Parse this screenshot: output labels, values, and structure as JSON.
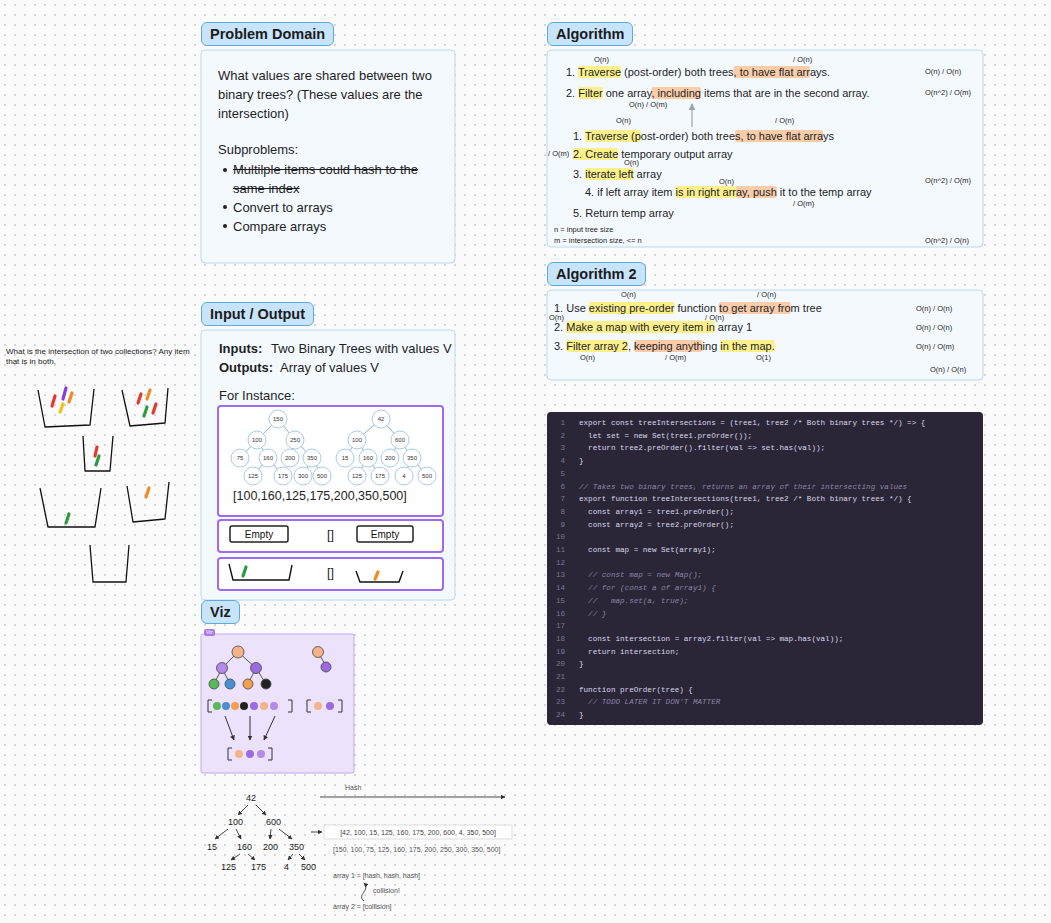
{
  "diagram": {
    "nodes": [
      {
        "text": [
          "Problem Domain",
          "What values are shared between two binary trees? (These values are the intersection)",
          "Subproblems:",
          "Multilple items could hash to the same index",
          "Convert to arrays",
          "Compare arrays"
        ]
      },
      {
        "text": [
          "Input / Output",
          "Inputs:",
          "Two Binary Trees with values V",
          "Outputs:",
          "Array of values V",
          "For Instance:"
        ]
      },
      {
        "text": [
          "[100,160,125,175,200,350,500]"
        ],
        "in": 1
      },
      {
        "text": [
          "150"
        ],
        "in": 2
      },
      {
        "text": [
          "100"
        ],
        "in": 2
      },
      {
        "text": [
          "250"
        ],
        "in": 2
      },
      {
        "text": [
          "75"
        ],
        "in": 2
      },
      {
        "text": [
          "160"
        ],
        "in": 2
      },
      {
        "text": [
          "200"
        ],
        "in": 2
      },
      {
        "text": [
          "350"
        ],
        "in": 2
      },
      {
        "text": [
          "125"
        ],
        "in": 2
      },
      {
        "text": [
          "175"
        ],
        "in": 2
      },
      {
        "text": [
          "300"
        ],
        "in": 2
      },
      {
        "text": [
          "500"
        ],
        "in": 2
      },
      {
        "text": [
          "42"
        ],
        "in": 2
      },
      {
        "text": [
          "100"
        ],
        "in": 2
      },
      {
        "text": [
          "600"
        ],
        "in": 2
      },
      {
        "text": [
          "15"
        ],
        "in": 2
      },
      {
        "text": [
          "160"
        ],
        "in": 2
      },
      {
        "text": [
          "200"
        ],
        "in": 2
      },
      {
        "text": [
          "350"
        ],
        "in": 2
      },
      {
        "text": [
          "125"
        ],
        "in": 2
      },
      {
        "text": [
          "175"
        ],
        "in": 2
      },
      {
        "text": [
          "4"
        ],
        "in": 2
      },
      {
        "text": [
          "500"
        ],
        "in": 2
      },
      {
        "text": [
          "[]"
        ],
        "in": 1
      },
      {
        "text": [
          "Empty"
        ],
        "in": 25
      },
      {
        "text": [
          "Empty"
        ],
        "in": 25
      },
      {
        "text": [
          "[]"
        ],
        "in": 1
      },
      {
        "text": [
          "Viz",
          "Viz"
        ]
      },
      {
        "text": [
          "Algorithm",
          "O(n)",
          "/ O(n)",
          "1. Traverse (post-order) both trees, to have flat arrays.",
          "O(n) / O(n)",
          "2. Filter one array, including items that are in the second array.",
          "O(n^2) / O(m)",
          "O(n) / O(m)",
          "O(n)",
          "/ O(n)",
          "1. Traverse (post-order) both trees, to have flat arrays",
          "/ O(m)",
          "2. Create temporary output array",
          "O(n)",
          "3. iterate left array",
          "O(n)",
          "O(n^2) / O(m)",
          "4. if left array item is in right array, push it to the temp array",
          "/ O(m)",
          "5. Return temp array",
          "n = input tree size",
          "m = intersection size, <= n",
          "O(n^2) / O(n)"
        ]
      },
      {
        "text": [
          "Algorithm 2",
          "O(n)",
          "/ O(n)",
          "1. Use existing pre-order function to get array from tree",
          "O(n) / O(n)",
          "O(n)",
          "2. Make a map with every item in array 1",
          "/ O(n)",
          "O(n) / O(n)",
          "3. Filter array 2, keeping anything in the map.",
          "O(n) / O(m)",
          "O(n)",
          "/ O(m)",
          "O(1)",
          "O(n) / O(n)"
        ]
      },
      {
        "text": [
          "1",
          "export const treeIntersections = (tree1, tree2 /* Both binary trees */) => {",
          "2",
          "  let set = new Set(tree1.preOrder());",
          "3",
          "  return tree2.preOrder().filter(val => set.has(val));",
          "4",
          "}",
          "5",
          "6",
          "// Takes two binary trees, returns an array of their intersecting values",
          "7",
          "export function treeIntersections(tree1, tree2 /* Both binary trees */) {",
          "8",
          "  const array1 = tree1.preOrder();",
          "9",
          "  const array2 = tree2.preOrder();",
          "10",
          "11",
          "  const map = new Set(array1);",
          "12",
          "13",
          "  // const map = new Map();",
          "14",
          "  // for (const a of array1) {",
          "15",
          "  //   map.set(a, true);",
          "16",
          "  // }",
          "17",
          "18",
          "  const intersection = array2.filter(val => map.has(val));",
          "19",
          "  return intersection;",
          "20",
          "}",
          "21",
          "22",
          "function preOrder(tree) {",
          "23",
          "  // TODO LATER IT DON'T MATTER",
          "24",
          "}"
        ]
      },
      {
        "text": [
          "[42, 100, 15, 125, 160, 175, 200, 600, 4, 350, 500]"
        ]
      }
    ],
    "edges": [
      {
        "from": 3,
        "to": 4,
        "arrow": "none"
      },
      {
        "from": 3,
        "to": 5,
        "arrow": "none"
      },
      {
        "from": 4,
        "to": 6,
        "arrow": "none"
      },
      {
        "from": 4,
        "to": 7,
        "arrow": "none"
      },
      {
        "from": 5,
        "to": 8,
        "arrow": "none"
      },
      {
        "from": 5,
        "to": 9,
        "arrow": "none"
      },
      {
        "from": 7,
        "to": 10,
        "arrow": "none"
      },
      {
        "from": 7,
        "to": 11,
        "arrow": "none"
      },
      {
        "from": 9,
        "to": 12,
        "arrow": "none"
      },
      {
        "from": 9,
        "to": 13,
        "arrow": "none"
      },
      {
        "from": 14,
        "to": 15,
        "arrow": "none"
      },
      {
        "from": 14,
        "to": 16,
        "arrow": "none"
      },
      {
        "from": 15,
        "to": 17,
        "arrow": "none"
      },
      {
        "from": 15,
        "to": 18,
        "arrow": "none"
      },
      {
        "from": 16,
        "to": 19,
        "arrow": "none"
      },
      {
        "from": 16,
        "to": 20,
        "arrow": "none"
      },
      {
        "from": 18,
        "to": 21,
        "arrow": "none"
      },
      {
        "from": 18,
        "to": 22,
        "arrow": "none"
      },
      {
        "from": 20,
        "to": 23,
        "arrow": "none"
      },
      {
        "from": 20,
        "to": 24,
        "arrow": "none"
      }
    ],
    "labels": [
      "What is the intersection of two collections? Any item that is in both.",
      "42",
      "100",
      "600",
      "15",
      "160",
      "200",
      "350",
      "125",
      "175",
      "4",
      "500",
      "Hash",
      "[150, 100, 75, 125, 160, 175, 200, 250, 300, 350, 500]",
      "array 1 = [hash, hash, hash]",
      "collision!",
      "array 2 = [collision]"
    ]
  }
}
